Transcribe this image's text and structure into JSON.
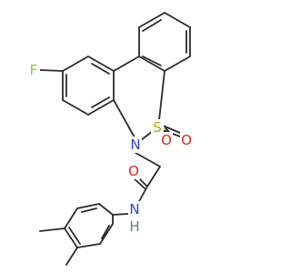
{
  "molecule": {
    "atom_labels": {
      "fluorine": "F",
      "nitrogen_ring": "N",
      "sulfur": "S",
      "sulfonyl_oxygen_1": "O",
      "sulfonyl_oxygen_2": "O",
      "carbonyl_oxygen": "O",
      "amide_nitrogen": "N",
      "amide_hydrogen": "H"
    },
    "colors": {
      "bond": "#2a2a2a",
      "fluorine": "#8fbf3f",
      "nitrogen": "#2f3fd6",
      "sulfur": "#bfa400",
      "oxygen": "#e0261a",
      "hydrogen": "#607c7c"
    }
  }
}
